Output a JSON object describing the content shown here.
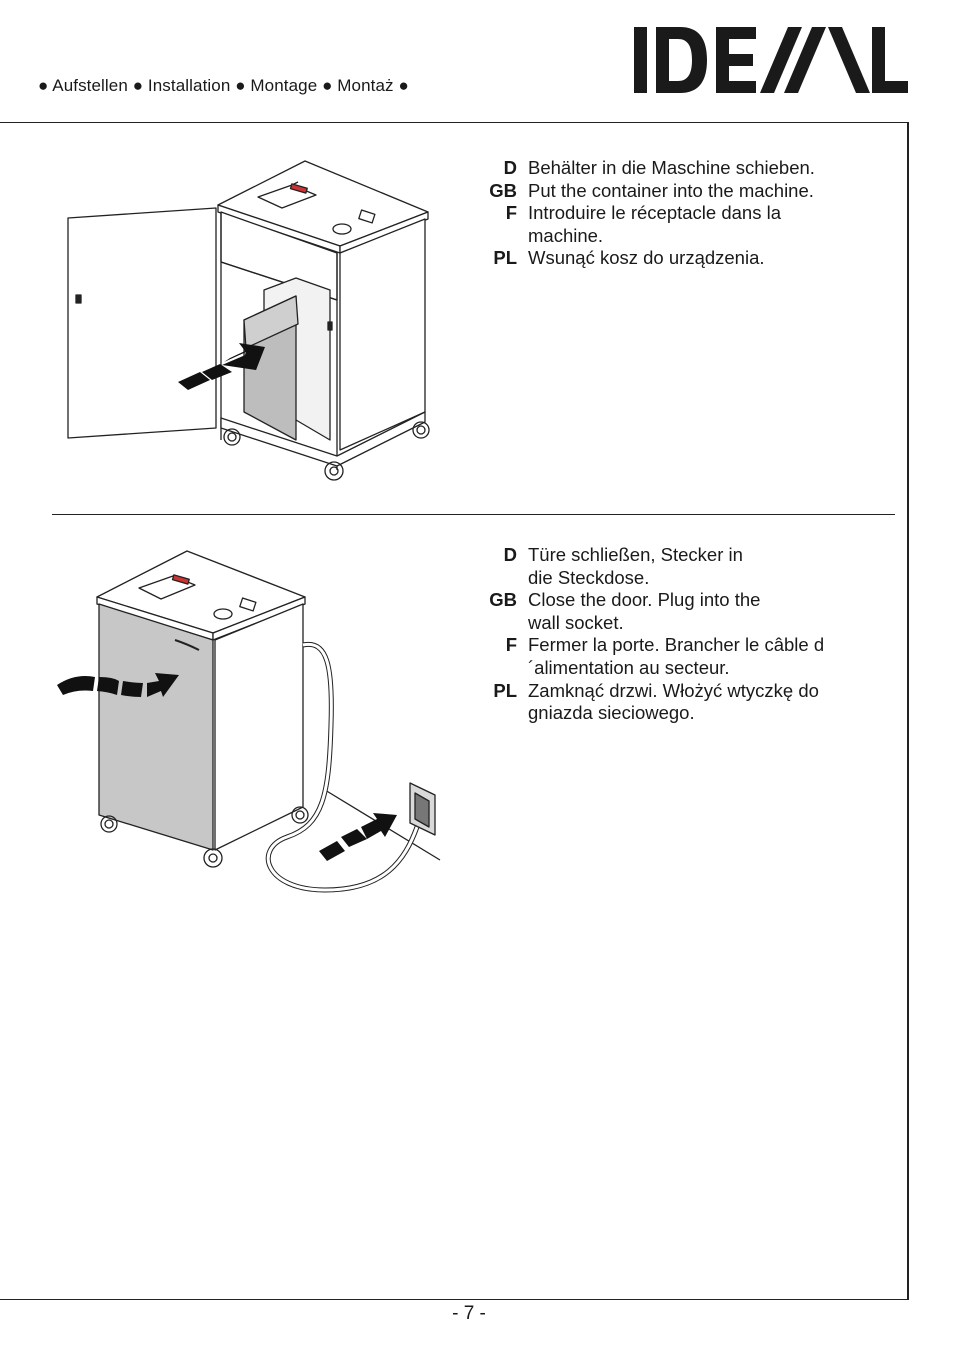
{
  "header": {
    "nav_text": "● Aufstellen ● Installation ● Montage ● Montaż ●",
    "logo_text": "IDEAL"
  },
  "steps": [
    {
      "items": [
        {
          "lang": "D",
          "text": "Behälter in die Maschine schieben."
        },
        {
          "lang": "GB",
          "text": "Put the container into the machine."
        },
        {
          "lang": "F",
          "text": "Introduire le réceptacle dans la machine."
        },
        {
          "lang": "PL",
          "text": "Wsunąć kosz do urządzenia."
        }
      ]
    },
    {
      "items": [
        {
          "lang": "D",
          "text": "Türe schließen, Stecker in die Steckdose."
        },
        {
          "lang": "GB",
          "text": "Close the door. Plug into the wall socket."
        },
        {
          "lang": "F",
          "text": "Fermer la porte. Brancher le câble d´alimentation au secteur."
        },
        {
          "lang": "PL",
          "text": "Zamknąć drzwi. Włożyć wtyczkę do gniazda sieciowego."
        }
      ]
    }
  ],
  "footer": {
    "page_number": "- 7 -"
  }
}
